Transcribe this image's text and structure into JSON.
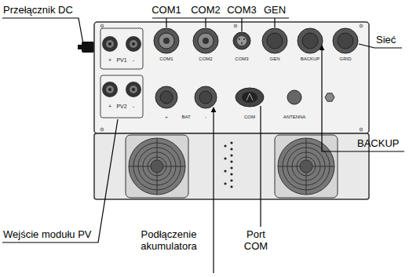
{
  "diagram": {
    "labels": [
      "Przełącznik DC",
      "COM1",
      "COM2",
      "COM3",
      "GEN",
      "Sieć",
      "BACKUP",
      "Wejście modułu PV",
      "Podłączenie akumulatora",
      "Port COM",
      "+",
      "PV1",
      "-",
      "+",
      "PV2",
      "-",
      "COM1",
      "COM2",
      "COM3",
      "GEN",
      "BACKUP",
      "GRID",
      "+",
      "BAT",
      "-",
      "COM",
      "ANTENNA"
    ]
  }
}
